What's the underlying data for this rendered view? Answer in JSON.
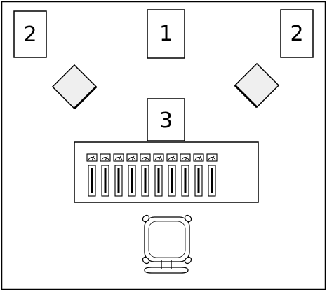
{
  "labels": {
    "left_speaker_box": "2",
    "center_box": "1",
    "right_speaker_box": "2",
    "console_box": "3"
  },
  "mixer": {
    "channel_count": 10
  },
  "colors": {
    "stroke": "#000000",
    "background": "#ffffff",
    "speaker_fill": "#efefef"
  }
}
